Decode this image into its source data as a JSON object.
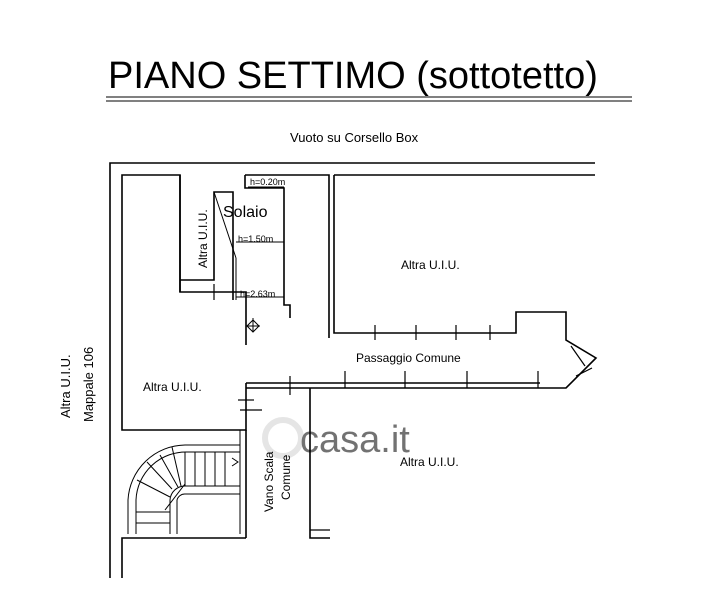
{
  "title": "PIANO SETTIMO (sottotetto)",
  "top_label": "Vuoto su Corsello Box",
  "left_label_line1": "Altra U.I.U.",
  "left_label_line2": "Mappale 106",
  "rooms": {
    "altra_small_vertical": "Altra U.I.U.",
    "solaio": "Solaio",
    "altra_top_right": "Altra U.I.U.",
    "altra_left": "Altra U.I.U.",
    "altra_bottom_right": "Altra U.I.U."
  },
  "heights": {
    "h1": "h=0.20m",
    "h2": "h=1.50m",
    "h3": "h=2.63m"
  },
  "passaggio": "Passaggio Comune",
  "vano_scala_line1": "Vano Scala",
  "vano_scala_line2": "Comune",
  "watermark": "casa.it",
  "colors": {
    "line": "#000000",
    "background": "#ffffff",
    "watermark": "#d9d9d9"
  }
}
